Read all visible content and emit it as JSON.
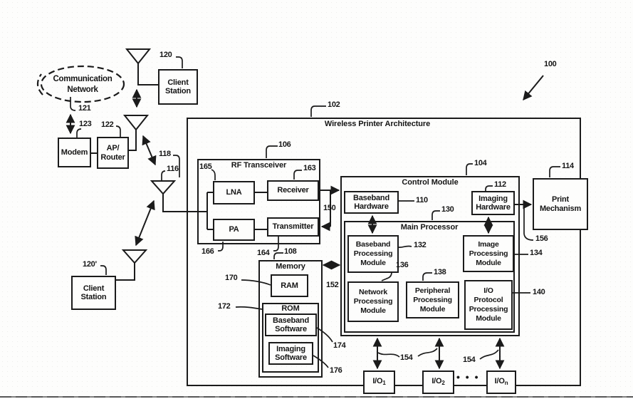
{
  "figure": {
    "ref": "100",
    "architecture": {
      "title": "Wireless Printer Architecture",
      "ref": "102"
    }
  },
  "external": {
    "cloud": {
      "label": "Communication\nNetwork",
      "ref": "121"
    },
    "client_station_top": {
      "label": "Client\nStation",
      "ref": "120"
    },
    "client_station_bottom": {
      "label": "Client\nStation",
      "ref": "120'"
    },
    "modem": {
      "label": "Modem",
      "ref": "123"
    },
    "ap_router": {
      "label": "AP/\nRouter",
      "ref": "122"
    },
    "printer_antenna_ref": "116",
    "wireless_link_ref": "118"
  },
  "rf_transceiver": {
    "title": "RF Transceiver",
    "ref": "106",
    "bus_ref": "150",
    "lna": {
      "label": "LNA",
      "ref": "165"
    },
    "receiver": {
      "label": "Receiver",
      "ref": "163"
    },
    "pa": {
      "label": "PA",
      "ref": "166"
    },
    "transmitter": {
      "label": "Transmitter",
      "ref": "164"
    }
  },
  "memory": {
    "title": "Memory",
    "ref": "108",
    "bus_ref": "152",
    "ram": {
      "label": "RAM",
      "ref": "170"
    },
    "rom": {
      "title": "ROM",
      "ref": "172",
      "baseband_software": {
        "label": "Baseband\nSoftware",
        "ref": "174"
      },
      "imaging_software": {
        "label": "Imaging\nSoftware",
        "ref": "176"
      }
    }
  },
  "control_module": {
    "title": "Control Module",
    "ref": "104",
    "baseband_hardware": {
      "label": "Baseband\nHardware",
      "ref": "110"
    },
    "imaging_hardware": {
      "label": "Imaging\nHardware",
      "ref": "112"
    },
    "main_processor": {
      "title": "Main Processor",
      "ref": "130",
      "baseband_processing": {
        "label": "Baseband\nProcessing\nModule",
        "ref": "132"
      },
      "image_processing": {
        "label": "Image\nProcessing\nModule",
        "ref": "134"
      },
      "network_processing": {
        "label": "Network\nProcessing\nModule",
        "ref": "136"
      },
      "peripheral_processing": {
        "label": "Peripheral\nProcessing\nModule",
        "ref": "138"
      },
      "io_protocol_processing": {
        "label": "I/O\nProtocol\nProcessing\nModule",
        "ref": "140"
      }
    }
  },
  "print_mechanism": {
    "label": "Print\nMechanism",
    "ref": "114",
    "link_ref": "156"
  },
  "io_ports": {
    "bus_ref_left": "154",
    "bus_ref_right": "154",
    "ellipsis": "• • •",
    "io1": {
      "base": "I/O",
      "sub": "1"
    },
    "io2": {
      "base": "I/O",
      "sub": "2"
    },
    "ion": {
      "base": "I/O",
      "sub": "n"
    }
  }
}
